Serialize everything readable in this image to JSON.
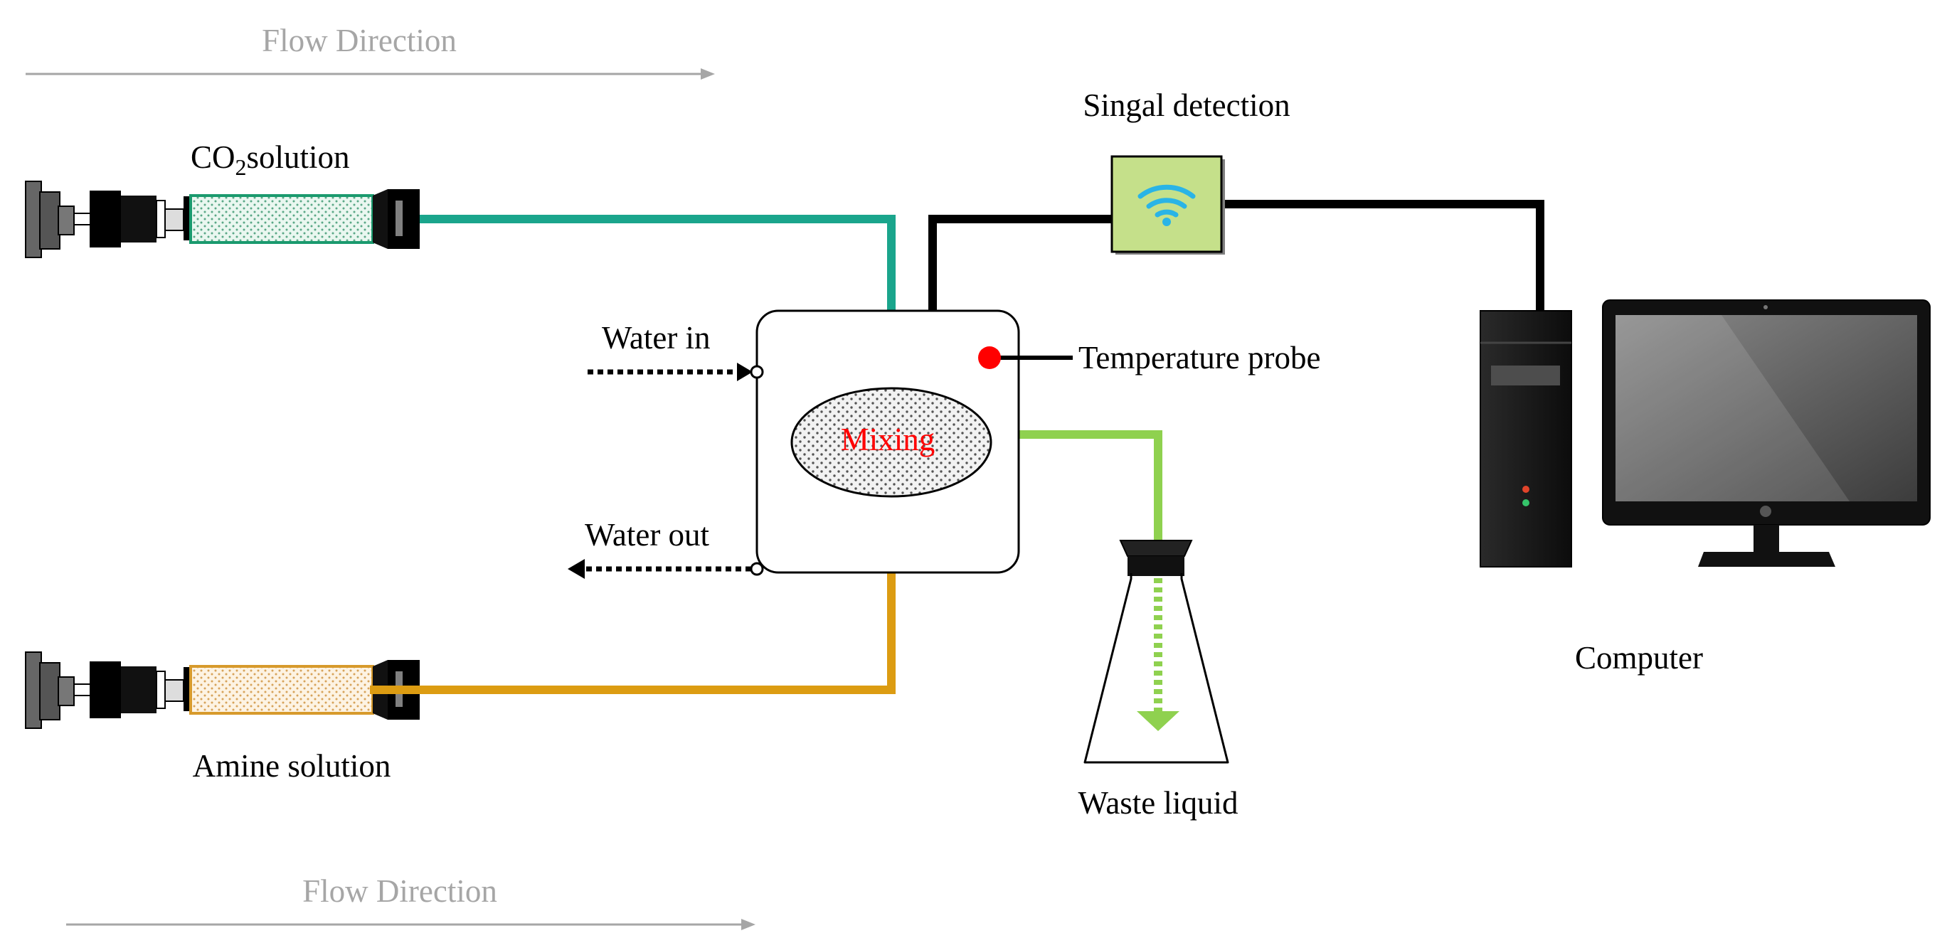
{
  "labels": {
    "flow_top": "Flow Direction",
    "flow_bottom": "Flow Direction",
    "co2_prefix": "CO",
    "co2_sub": "2",
    "co2_suffix": "solution",
    "amine": "Amine solution",
    "water_in": "Water in",
    "water_out": "Water out",
    "mixing": "Mixing",
    "signal": "Singal detection",
    "temperature": "Temperature probe",
    "waste": "Waste liquid",
    "computer": "Computer"
  },
  "colors": {
    "co2_line": "#1aa58c",
    "amine_line": "#dc9c12",
    "waste_line": "#8fd14f",
    "signal_box": "#c5e08a",
    "wifi": "#2ab4e6",
    "mixing_text": "#ff0000",
    "probe": "#ff0000",
    "flow_text": "#a6a6a6"
  },
  "icons": {
    "signal": "wifi-icon",
    "computer": "desktop-computer-icon",
    "waste": "erlenmeyer-flask-icon",
    "pumps": "syringe-pump-icon"
  }
}
